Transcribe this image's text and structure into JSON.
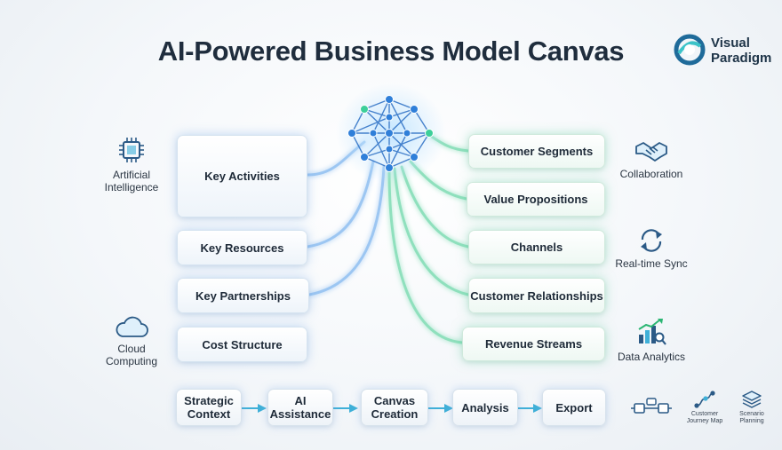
{
  "title": "AI-Powered Business Model Canvas",
  "brand": {
    "name_line1": "Visual",
    "name_line2": "Paradigm"
  },
  "left_blocks": [
    {
      "label": "Key Activities"
    },
    {
      "label": "Key Resources"
    },
    {
      "label": "Key Partnerships"
    },
    {
      "label": "Cost Structure"
    }
  ],
  "right_blocks": [
    {
      "label": "Customer Segments"
    },
    {
      "label": "Value Propositions"
    },
    {
      "label": "Channels"
    },
    {
      "label": "Customer Relationships"
    },
    {
      "label": "Revenue Streams"
    }
  ],
  "left_features": [
    {
      "line1": "Artificial",
      "line2": "Intelligence",
      "icon": "chip-icon"
    },
    {
      "line1": "Cloud",
      "line2": "Computing",
      "icon": "cloud-icon"
    }
  ],
  "right_features": [
    {
      "label": "Collaboration",
      "icon": "handshake-icon"
    },
    {
      "label": "Real-time Sync",
      "icon": "sync-icon"
    },
    {
      "label": "Data Analytics",
      "icon": "analytics-icon"
    }
  ],
  "flow_steps": [
    {
      "line1": "Strategic",
      "line2": "Context"
    },
    {
      "line1": "AI",
      "line2": "Assistance"
    },
    {
      "line1": "Canvas",
      "line2": "Creation"
    },
    {
      "line1": "Analysis",
      "line2": ""
    },
    {
      "line1": "Export",
      "line2": ""
    }
  ],
  "tools": [
    {
      "line1": "",
      "line2": "",
      "icon": "process-flow-icon"
    },
    {
      "line1": "Customer",
      "line2": "Journey Map",
      "icon": "journey-icon"
    },
    {
      "line1": "Scenario",
      "line2": "Planning",
      "icon": "layers-icon"
    }
  ],
  "colors": {
    "title": "#1f2d3d",
    "left_glow": "#7fb0ea",
    "right_glow": "#6fd6aa",
    "network_node": "#2f7fd9",
    "network_edge": "#2a6ec4",
    "arrow": "#3fb0d8",
    "icon": "#2b5a86"
  }
}
